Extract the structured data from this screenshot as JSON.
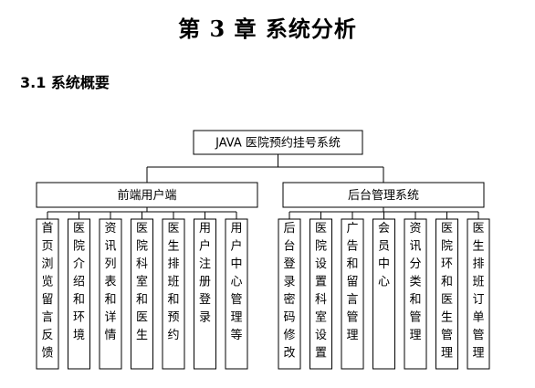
{
  "page": {
    "chapter_title": "第 3 章  系统分析",
    "section_title": "3.1  系统概要"
  },
  "diagram": {
    "root": "JAVA 医院预约挂号系统",
    "branches": [
      {
        "label": "前端用户端",
        "children": [
          "首页浏览留言反馈",
          "医院介绍和环境",
          "资讯列表和详情",
          "医院科室和医生",
          "医生排班和预约",
          "用户注册登录",
          "用户中心管理等"
        ]
      },
      {
        "label": "后台管理系统",
        "children": [
          "后台登录密码修改",
          "医院设置科室设置",
          "广告和留言管理",
          "会员中心",
          "资讯分类和管理",
          "医院环和医生管理",
          "医生排班订单管理"
        ]
      }
    ]
  }
}
